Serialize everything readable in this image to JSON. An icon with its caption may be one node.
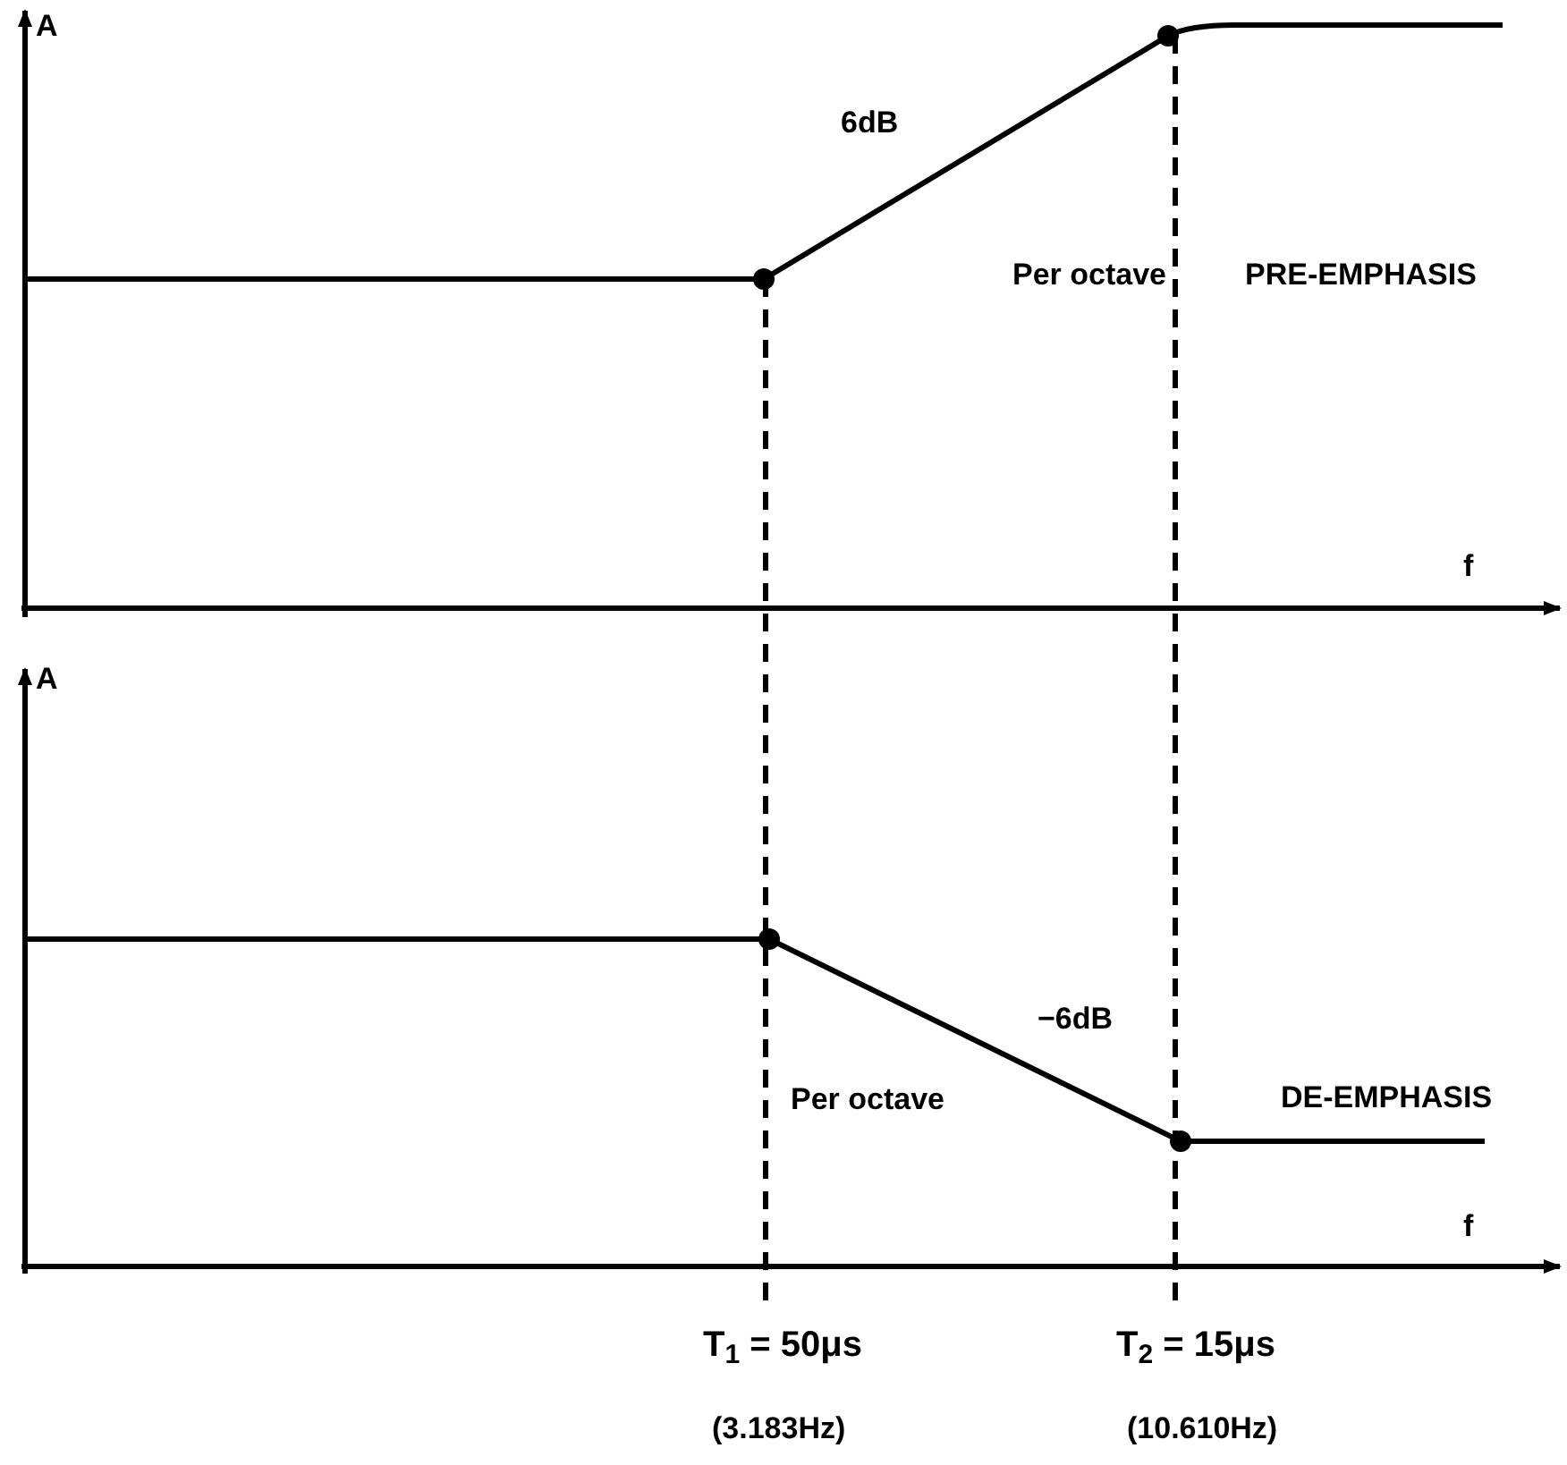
{
  "diagram": {
    "labels": [
      "A",
      "f",
      "6dB",
      "Per octave",
      "PRE-EMPHASIS",
      "A",
      "f",
      "−6dB",
      "Per octave",
      "DE-EMPHASIS",
      "T$_{1}$ = 50μs",
      "(3.183Hz)",
      "T$_{2}$ = 15μs",
      "(10.610Hz)"
    ]
  }
}
